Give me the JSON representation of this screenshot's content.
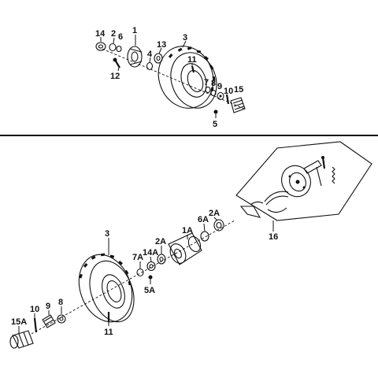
{
  "upper_assembly": {
    "callouts": [
      "14",
      "2",
      "6",
      "1",
      "13",
      "3",
      "4",
      "12",
      "11",
      "7",
      "8",
      "9",
      "10",
      "15",
      "5"
    ]
  },
  "lower_assembly": {
    "callouts": [
      "2A",
      "6A",
      "1A",
      "2A",
      "14A",
      "7A",
      "3",
      "5A",
      "16",
      "8",
      "9",
      "10",
      "15A",
      "11"
    ]
  }
}
